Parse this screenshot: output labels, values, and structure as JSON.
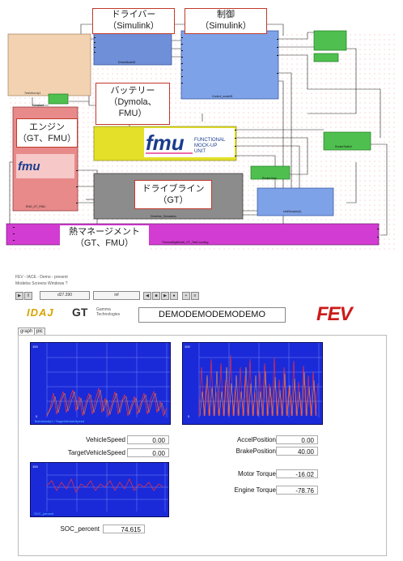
{
  "diagram": {
    "callouts": {
      "driver": "ドライバー（Simulink）",
      "driver_l1": "ドライバー",
      "driver_l2": "（Simulink）",
      "control_l1": "制御",
      "control_l2": "（Simulink）",
      "battery_l1": "バッテリー",
      "battery_l2": "（Dymola、",
      "battery_l3": "FMU）",
      "engine_l1": "エンジン",
      "engine_l2": "（GT、FMU）",
      "driveline_l1": "ドライブライン",
      "driveline_l2": "（GT）",
      "thermal_l1": "熱マネージメント",
      "thermal_l2": "（GT、FMU）"
    },
    "fmu_logo": "fmu",
    "fmu_text_l1": "FUNCTIONAL",
    "fmu_text_l2": "MOCK-UP",
    "fmu_text_l3": "UNIT",
    "colors": {
      "driver_block": "#6f8fd8",
      "control_block": "#7ea2e8",
      "battery_block": "#e4e02a",
      "engine_block": "#e88a8a",
      "driveline_block": "#8c8c8c",
      "thermal_block": "#d23cd2",
      "green_block": "#4fc04f",
      "test_block": "#f2d2b0"
    }
  },
  "app": {
    "title": "FEV - IACE - Demo - present",
    "menu": "Modelos   Screens   Windows   ?",
    "toolbar": {
      "time": "d27.390",
      "end": "inf"
    },
    "header": {
      "logo_idaj": "IDAJ",
      "logo_gt": "GT",
      "logo_gt_sub1": "Gamma",
      "logo_gt_sub2": "Technologies",
      "demo_text": "DEMODEMODEMODEMO",
      "logo_fev": "FEV"
    },
    "tabs": [
      "graph",
      "pic"
    ],
    "fields": {
      "vehicle_speed_label": "VehicleSpeed",
      "vehicle_speed_value": "0.00",
      "target_speed_label": "TargetVehicleSpeed",
      "target_speed_value": "0.00",
      "accel_label": "AccelPosition",
      "accel_value": "0.00",
      "brake_label": "BrakePosition",
      "brake_value": "40.00",
      "motor_torque_label": "Motor Torque",
      "motor_torque_value": "-16.02",
      "engine_torque_label": "Engine Torque",
      "engine_torque_value": "-78.76",
      "soc_label": "SOC_percent",
      "soc_value": "74.615"
    },
    "plots": {
      "plot1_legend": "TestVelocity1 / TargetVehicleSpeed",
      "soc_legend": "SOC_percent"
    }
  }
}
